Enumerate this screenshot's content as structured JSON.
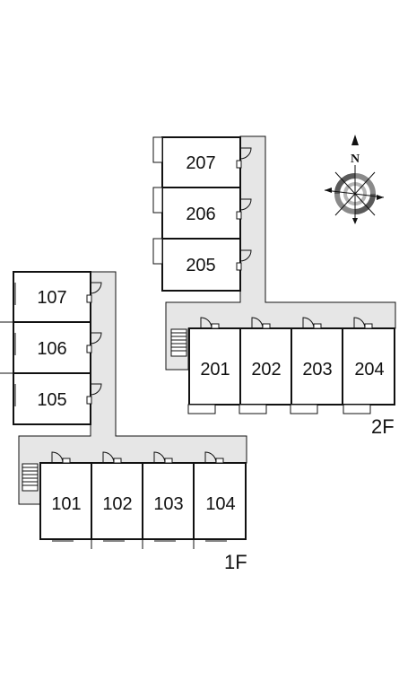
{
  "floor_labels": {
    "first": "1F",
    "second": "2F"
  },
  "compass": {
    "north_label": "N"
  },
  "units_first_floor": {
    "row": [
      "101",
      "102",
      "103",
      "104"
    ],
    "column": [
      "107",
      "106",
      "105"
    ]
  },
  "units_second_floor": {
    "row": [
      "201",
      "202",
      "203",
      "204"
    ],
    "column": [
      "207",
      "206",
      "205"
    ]
  },
  "colors": {
    "corridor": "#e6e6e6",
    "wall": "#111111",
    "balcony": "#ffffff",
    "compass_ring": "#8a8a8a"
  }
}
